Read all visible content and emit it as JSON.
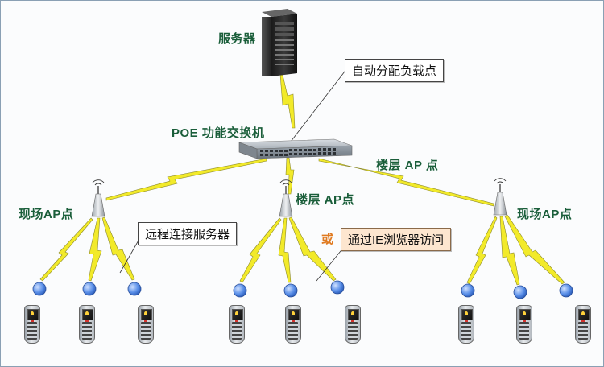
{
  "labels": {
    "server": "服务器",
    "poe_switch": "POE 功能交换机",
    "floor_ap_right": "楼层 AP 点",
    "floor_ap_center": "楼层 AP点",
    "site_ap_left": "现场AP点",
    "site_ap_right": "现场AP点"
  },
  "callouts": {
    "auto_load": "自动分配负载点",
    "remote_connect": "远程连接服务器",
    "or_word": "或",
    "ie_access": "通过IE浏览器访问"
  },
  "colors": {
    "lightning": "#f2ea2a",
    "label_green": "#1a5e3a",
    "or_orange": "#e07a20",
    "node_blue": "#5a8fe8"
  }
}
